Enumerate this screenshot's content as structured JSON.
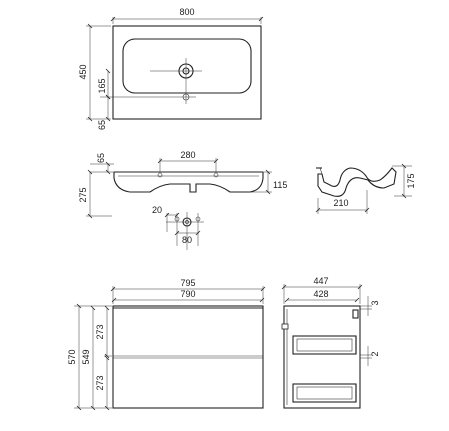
{
  "dimensions": {
    "top_width": "800",
    "top_depth": "450",
    "top_tap_offset": "165",
    "top_drain_offset": "65",
    "front_offset": "65",
    "front_tap_spacing": "280",
    "front_height": "275",
    "front_basin_depth": "115",
    "holes_spacing_small": "20",
    "holes_spacing": "80",
    "side_depth": "210",
    "side_height": "175",
    "cabinet_outer_width": "795",
    "cabinet_inner_width": "790",
    "cabinet_height": "570",
    "cabinet_body_height": "549",
    "drawer_upper_height": "273",
    "drawer_lower_height": "273",
    "side_depth_outer": "447",
    "side_depth_inner": "428",
    "side_top_gap": "3",
    "side_drawer_gap": "2"
  }
}
